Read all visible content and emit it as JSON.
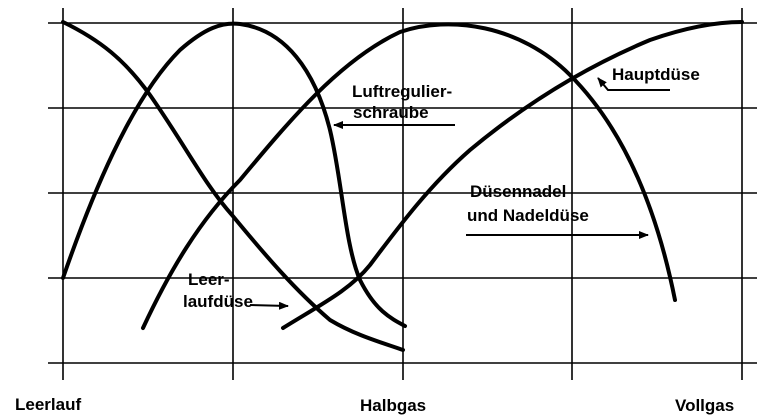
{
  "title": "Vergaser-Einstellorgane über Drosselklappenstellung",
  "x_axis_labels": [
    "Leerlauf",
    "Halbgas",
    "Vollgas"
  ],
  "labels": {
    "luft_line1": "Luftregulier-",
    "luft_line2": "schraube",
    "haupt": "Hauptdüse",
    "nadel_line1": "Düsennadel",
    "nadel_line2": "und Nadeldüse",
    "leer_line1": "Leer-",
    "leer_line2": "laufdüse"
  }
}
